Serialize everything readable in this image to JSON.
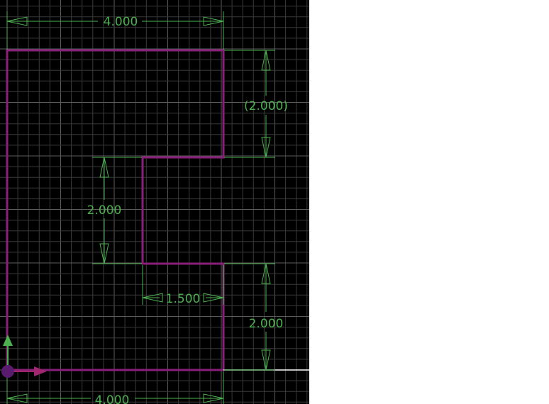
{
  "colors": {
    "background": "#000000",
    "grid_minor": "#3a3a3a",
    "grid_major": "#5c5c5c",
    "sketch_line": "#8a1f7a",
    "dimension": "#4caf50",
    "axis_x": "#a0266e",
    "axis_y": "#4caf50",
    "origin": "#5a1a6e"
  },
  "dimensions": {
    "top_width": "4.000",
    "bottom_width": "4.000",
    "right_upper_height": "(2.000)",
    "right_lower_height": "2.000",
    "notch_height": "2.000",
    "notch_depth": "1.500"
  },
  "icons": {
    "origin": "origin-point-icon",
    "x_axis": "x-axis-arrow-icon",
    "y_axis": "y-axis-arrow-icon"
  }
}
